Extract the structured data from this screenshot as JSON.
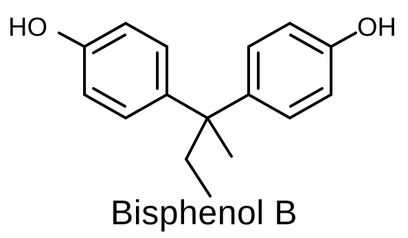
{
  "diagram": {
    "compound_name": "Bisphenol B",
    "left_substituent": "HO",
    "right_substituent": "OH"
  },
  "colors": {
    "ink": "#000000",
    "background": "#ffffff"
  }
}
